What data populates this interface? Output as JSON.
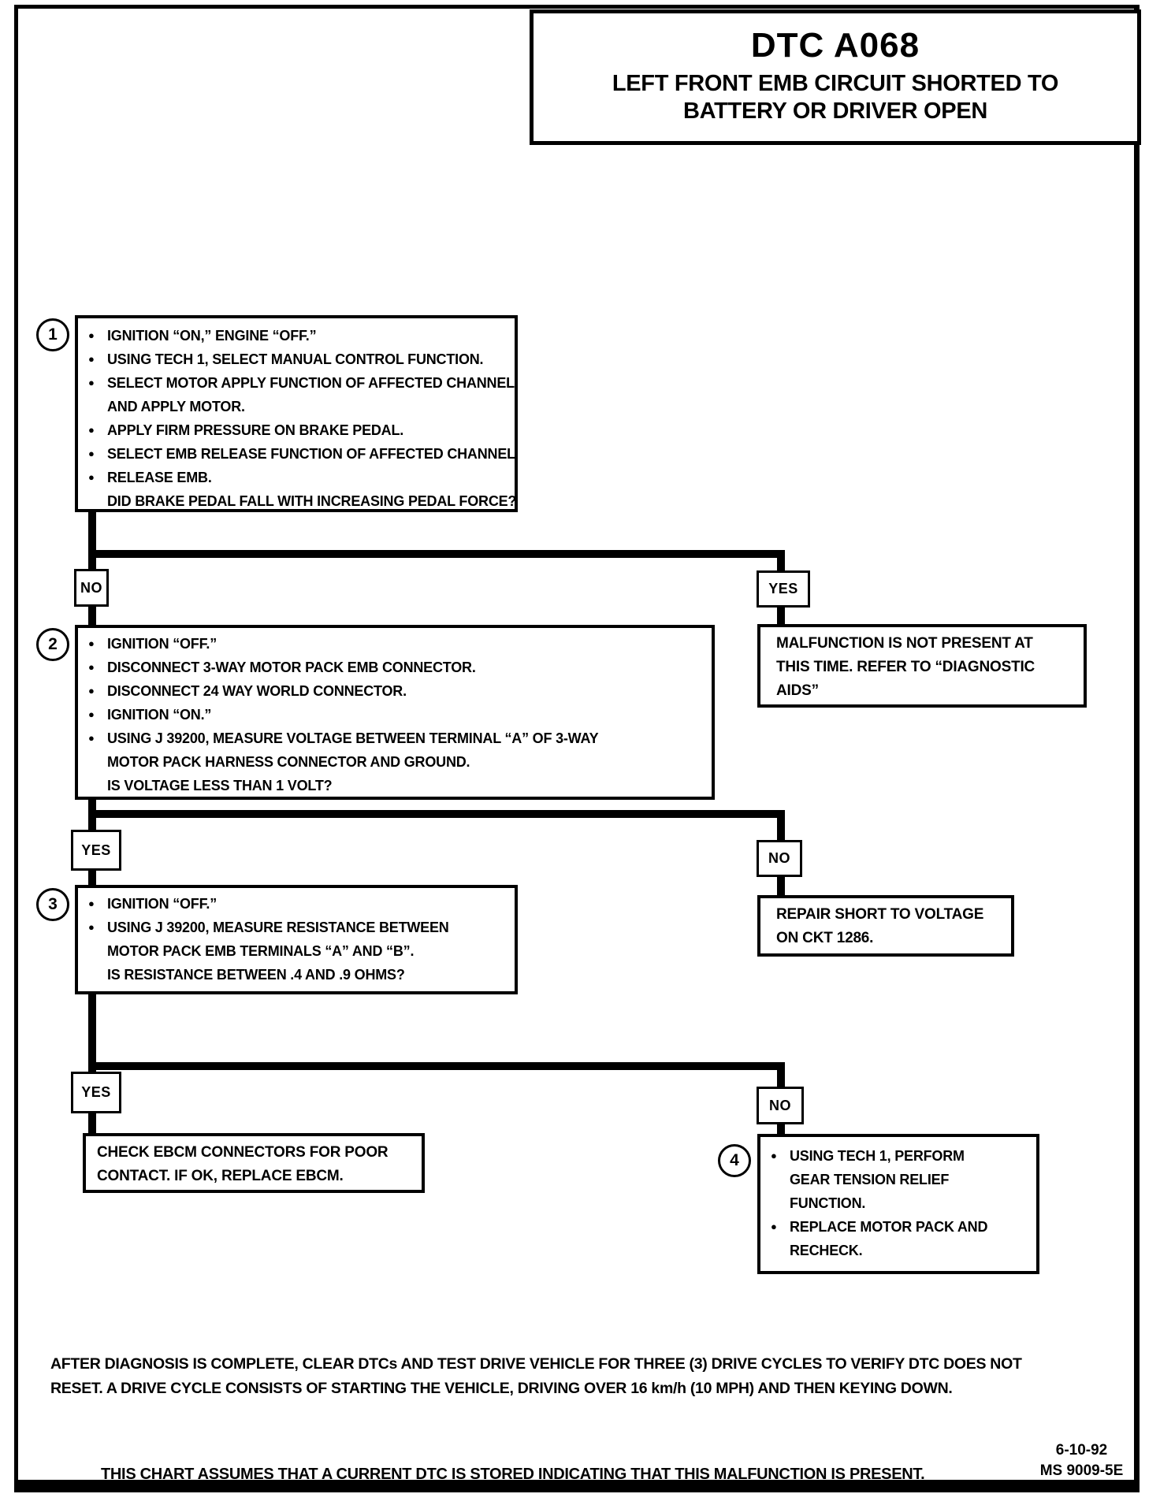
{
  "title": {
    "code": "DTC A068",
    "subtitle_line1": "LEFT FRONT EMB CIRCUIT SHORTED TO",
    "subtitle_line2": "BATTERY OR DRIVER OPEN"
  },
  "steps": {
    "s1": {
      "number": "1",
      "lines": [
        {
          "b": "●",
          "t": "IGNITION “ON,” ENGINE “OFF.”"
        },
        {
          "b": "●",
          "t": "USING TECH 1, SELECT MANUAL CONTROL FUNCTION."
        },
        {
          "b": "●",
          "t": "SELECT MOTOR APPLY FUNCTION OF AFFECTED CHANNEL,"
        },
        {
          "b": "",
          "t": "AND APPLY MOTOR."
        },
        {
          "b": "●",
          "t": "APPLY FIRM PRESSURE ON BRAKE PEDAL."
        },
        {
          "b": "●",
          "t": "SELECT EMB RELEASE FUNCTION OF AFFECTED CHANNEL"
        },
        {
          "b": "●",
          "t": "RELEASE EMB."
        },
        {
          "b": "",
          "t": "DID BRAKE PEDAL FALL WITH INCREASING PEDAL FORCE?"
        }
      ]
    },
    "s2": {
      "number": "2",
      "lines": [
        {
          "b": "●",
          "t": "IGNITION “OFF.”"
        },
        {
          "b": "●",
          "t": "DISCONNECT 3-WAY MOTOR PACK EMB CONNECTOR."
        },
        {
          "b": "●",
          "t": "DISCONNECT 24 WAY WORLD CONNECTOR."
        },
        {
          "b": "●",
          "t": "IGNITION “ON.”"
        },
        {
          "b": "●",
          "t": "USING J 39200, MEASURE VOLTAGE BETWEEN TERMINAL “A” OF 3-WAY"
        },
        {
          "b": "",
          "t": "MOTOR PACK HARNESS CONNECTOR  AND GROUND."
        },
        {
          "b": "",
          "t": "IS VOLTAGE LESS THAN 1 VOLT?"
        }
      ]
    },
    "s3": {
      "number": "3",
      "lines": [
        {
          "b": "●",
          "t": "IGNITION  “OFF.”"
        },
        {
          "b": "●",
          "t": "USING J 39200, MEASURE RESISTANCE BETWEEN"
        },
        {
          "b": "",
          "t": "MOTOR PACK EMB TERMINALS “A” AND “B”."
        },
        {
          "b": "",
          "t": "IS RESISTANCE BETWEEN .4 AND .9 OHMS?"
        }
      ]
    },
    "s4": {
      "number": "4",
      "lines": [
        {
          "b": "●",
          "t": "USING TECH 1, PERFORM"
        },
        {
          "b": "",
          "t": "GEAR TENSION RELIEF"
        },
        {
          "b": "",
          "t": "FUNCTION."
        },
        {
          "b": "●",
          "t": "REPLACE MOTOR PACK AND"
        },
        {
          "b": "",
          "t": "RECHECK."
        }
      ]
    }
  },
  "branches": {
    "r1_left": "NO",
    "r1_right": "YES",
    "r2_left": "YES",
    "r2_right": "NO",
    "r3_left": "YES",
    "r3_right": "NO"
  },
  "results": {
    "malfunction": {
      "l1": "MALFUNCTION IS NOT PRESENT AT",
      "l2": "THIS TIME.  REFER TO “DIAGNOSTIC",
      "l3": "AIDS”"
    },
    "repair": {
      "l1": "REPAIR SHORT TO VOLTAGE",
      "l2": "ON CKT 1286."
    },
    "check_ebcm": {
      "l1": "CHECK EBCM CONNECTORS FOR POOR",
      "l2": "CONTACT.  IF OK, REPLACE EBCM."
    }
  },
  "footer": {
    "note_line1": "AFTER DIAGNOSIS IS COMPLETE, CLEAR DTCs AND TEST DRIVE VEHICLE FOR THREE (3) DRIVE CYCLES TO VERIFY DTC DOES NOT",
    "note_line2": "RESET.  A DRIVE CYCLE CONSISTS OF STARTING THE VEHICLE, DRIVING OVER 16 km/h (10 MPH) AND THEN KEYING DOWN.",
    "assumption": "THIS CHART ASSUMES THAT A CURRENT DTC IS STORED INDICATING THAT THIS MALFUNCTION IS PRESENT.",
    "date": "6-10-92",
    "doc_number": "MS 9009-5E"
  }
}
